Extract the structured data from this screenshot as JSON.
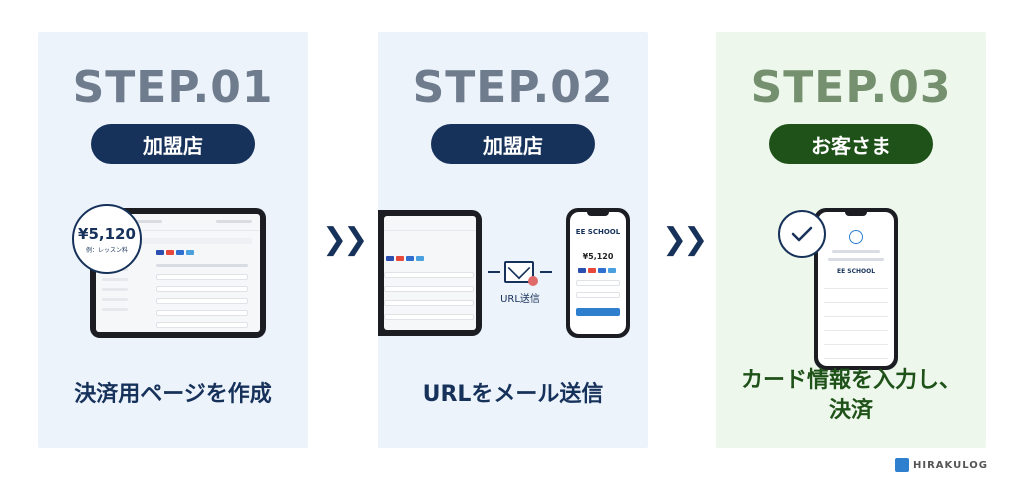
{
  "steps": [
    {
      "step": "STEP.01",
      "actor": "加盟店",
      "caption": "決済用ページを作成"
    },
    {
      "step": "STEP.02",
      "actor": "加盟店",
      "caption": "URLをメール送信"
    },
    {
      "step": "STEP.03",
      "actor": "お客さま",
      "caption": "カード情報を入力し、決済"
    }
  ],
  "bubble": {
    "price": "¥5,120",
    "sub": "例：レッスン料"
  },
  "step2": {
    "mail_label": "URL送信",
    "phone_school": "EE SCHOOL",
    "phone_price": "¥5,120"
  },
  "step3": {
    "school": "EE SCHOOL"
  },
  "chevron": "❯❯",
  "logo": {
    "name": "HIRAKULOG"
  },
  "colors": {
    "navy": "#17325a",
    "green": "#1f5219",
    "panel_blue": "#edf3fb",
    "panel_green": "#eef7ec"
  }
}
